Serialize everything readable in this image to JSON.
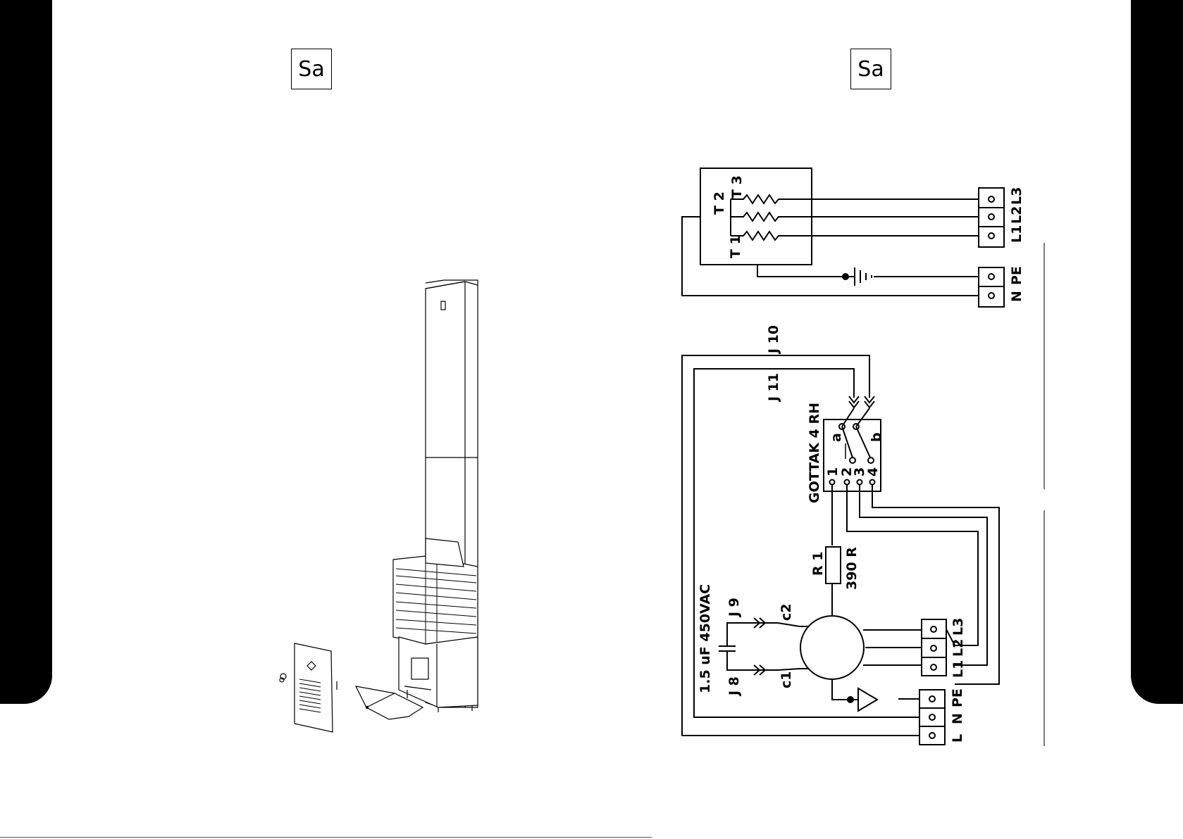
{
  "pages": {
    "left": {
      "language_code": "Sa"
    },
    "right": {
      "language_code": "Sa"
    }
  },
  "diagram": {
    "heater_terminals": {
      "labels": [
        "T 1",
        "T 2",
        "T 3"
      ]
    },
    "supply_3ph": {
      "labels": [
        "L1",
        "L2",
        "L3"
      ]
    },
    "supply_neutral": {
      "labels": [
        "N",
        "PE"
      ]
    },
    "connectors": {
      "j10": "J 10",
      "j11": "J 11",
      "j9": "J 9",
      "j8": "J 8"
    },
    "switch": {
      "name": "GOTTAK 4 RH",
      "pins": [
        "1",
        "2",
        "3",
        "4"
      ],
      "contacts": [
        "a",
        "b"
      ]
    },
    "resistor": {
      "ref": "R 1",
      "value": "390 R"
    },
    "capacitor": {
      "value": "1.5 uF 450VAC"
    },
    "motor_terminals": {
      "c1": "c1",
      "c2": "c2"
    },
    "motor_supply": {
      "labels": [
        "L1",
        "L2",
        "L3"
      ]
    },
    "mains": {
      "labels": [
        "L",
        "N",
        "PE"
      ]
    }
  }
}
